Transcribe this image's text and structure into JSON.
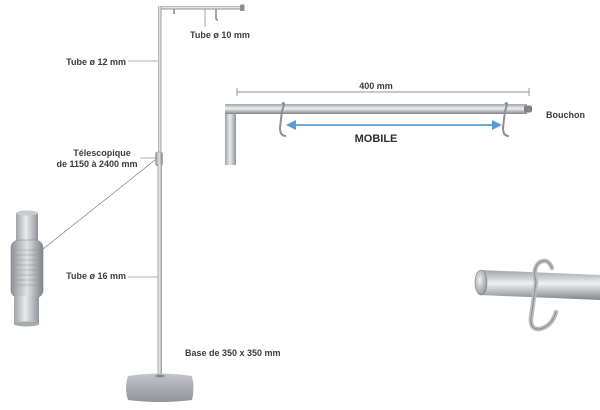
{
  "labels": {
    "tube_top": "Tube ø 10 mm",
    "tube_12": "Tube ø 12 mm",
    "telescopic_line1": "Télescopique",
    "telescopic_line2": "de 1150 à 2400 mm",
    "tube_16": "Tube ø 16 mm",
    "base": "Base de 350 x 350 mm",
    "length": "400 mm",
    "cap": "Bouchon",
    "mobile": "MOBILE"
  },
  "colors": {
    "metal_light": "#e2e4e6",
    "metal_mid": "#b8bcc0",
    "metal_dark": "#858a8f",
    "leader": "#6d6d6d",
    "arrow": "#5b9bd5",
    "text": "#3c3c3c"
  },
  "icons": {
    "arrow": "double-headed-arrow-icon"
  }
}
